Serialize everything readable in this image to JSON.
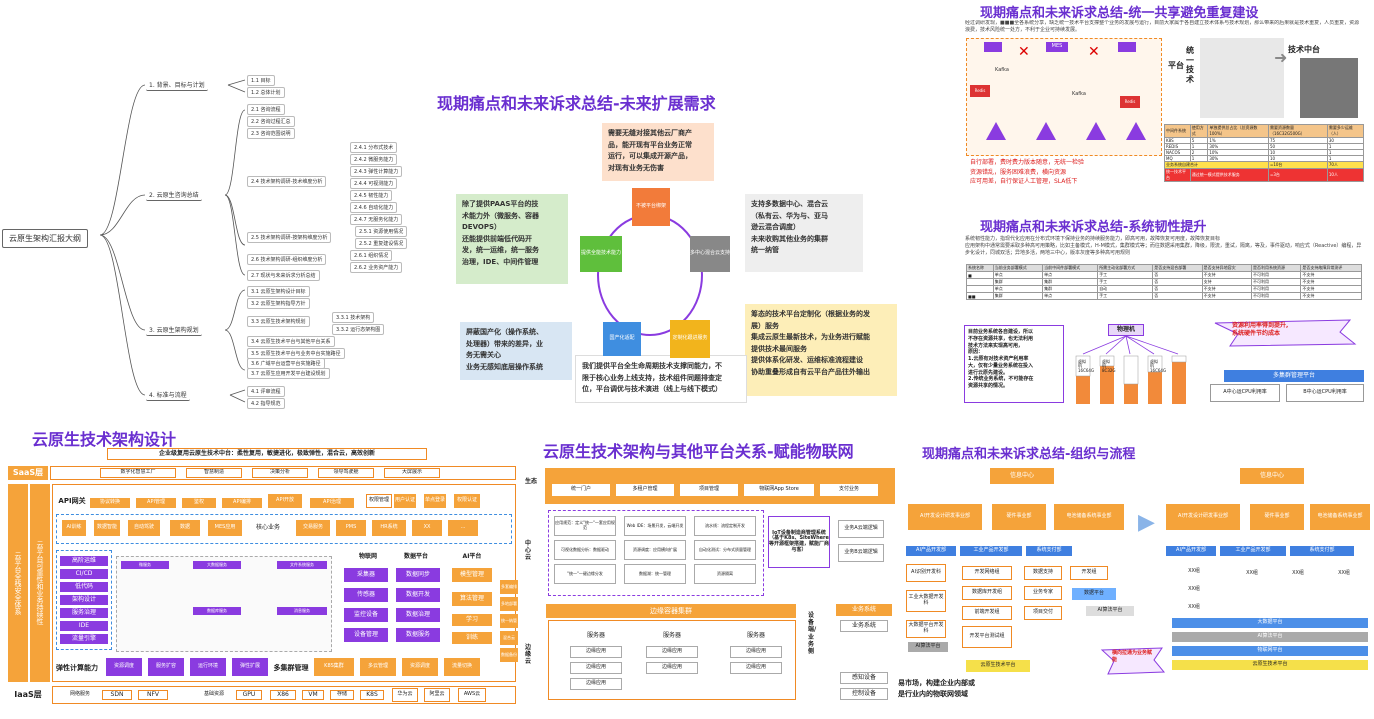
{
  "mindmap": {
    "root": "云原生架构汇报大纲",
    "branch1": "1. 背景、目标与计划",
    "b1_children": [
      "1.1 目标",
      "1.2 总体计划"
    ],
    "branch2": "2. 云原生咨询总结",
    "b2_children": [
      "2.1 咨询流程",
      "2.2 咨询过程汇总",
      "2.3 咨询范围说明",
      "2.4 技术架构调研-技术维度分析",
      "2.5 技术架构调研-按架构维度分析",
      "2.6 技术架构调研-组织维度分析",
      "2.7 现状与未来诉求分析总结"
    ],
    "b24_children": [
      "2.4.1 分布式技术",
      "2.4.2 微服务能力",
      "2.4.3 弹性计算能力",
      "2.4.4 可视测能力",
      "2.4.5 韧性能力",
      "2.4.6 自动化能力",
      "2.4.7 无服务化能力"
    ],
    "b25_children": [
      "2.5.1 资源使用情况",
      "2.5.2 重复建设情况"
    ],
    "b26_children": [
      "2.6.1 组织情况",
      "2.6.2 业务资产能力"
    ],
    "branch3": "3. 云原生架构规划",
    "b3_children": [
      "3.1 云原生架构设计目标",
      "3.2 云原生架构指导方针",
      "3.3 云原生技术架构规划",
      "3.4 云原生技术平台与其他平台关系",
      "3.5 云原生技术平台与业务中台实施路径",
      "3.6 广域平台运营平台实施路径",
      "3.7 云原生应用开发平台建设规划"
    ],
    "b33_children": [
      "3.3.1 技术架构",
      "3.3.2 运行态架构图"
    ],
    "branch4": "4. 标准与流程",
    "b4_children": [
      "4.1 评审流程",
      "4.2 指导规范"
    ]
  },
  "expand": {
    "title": "现期痛点和未来诉求总结-未来扩展需求",
    "top_card": [
      "需要无缝对接其他云厂商产",
      "品，能开现有平台业务正常",
      "运行，可以集成开源产品，",
      "对现有业务无伤害"
    ],
    "left_card": [
      "除了提供PAAS平台的技",
      "术能力外（微服务、容器",
      "DEVOPS）",
      "还能提供前端低代码开",
      "发，统一运维，统一服务",
      "治理，IDE、中间件管理"
    ],
    "left2_card": [
      "屏蔽国产化（操作系统、",
      "处理器）带来的差异，业",
      "务无需关心",
      "业务无感知底层操作系统"
    ],
    "right_card": [
      "支持多数据中心、混合云",
      "（私有云、华为与、亚马",
      "逊云混合调度）",
      "未来收购其他业务的集群",
      "统一纳管"
    ],
    "right2_card": [
      "筹态的技术平台定制化（根据业务的发",
      "展）服务",
      "集成云原生最新技术，为业务进行赋能",
      "提供技术最间服务",
      "提供体系化研发、运维标准流程建设",
      "协助重叠形成自有云平台产品往外输出"
    ],
    "bottom_card": [
      "我们提供平台全生命周期技术支撑同能力，不",
      "限于核心业务上线支持，技术组件同题排查定",
      "位，平台调优与技术演进（线上与线下模式）"
    ],
    "cycle": [
      "不被平台绑架",
      "多中心混合云支持",
      "定制化跟进服务",
      "国产化适配",
      "提供全能技术能力"
    ]
  },
  "share": {
    "title": "现期痛点和未来诉求总结-统一共享避免重复建设",
    "intro": "经过调研发现，■■■全各系统分享，缺乏统一技术平台支撑整个业务的发展与运行，目前大家属于各自建立技术体系与技术规划，那么带来的后果就是技术重复，人员重复，资源浪费，技术风险统一处方，不利于企业可持续发展。",
    "labels": [
      "平台",
      "统一技术",
      "技术中台"
    ],
    "bottom_text": [
      "自行部署，费时费力版本随意，无统一检验",
      "资源错乱，服务困难浪费，横向资源",
      "应可用差，自行保证人工管理，SLA低下"
    ],
    "table_header": [
      "中间件系统",
      "使用方式",
      "单独提供总占比（总资源数100%）",
      "需要资源数量（16C32G500G）",
      "需要多少运维（人）"
    ],
    "table_rows": [
      [
        "K8S",
        "5",
        "1%",
        "75",
        "30"
      ],
      [
        "REDIS",
        "1",
        "30%",
        "50",
        "1"
      ],
      [
        "NACOS",
        "2",
        "10%",
        "10",
        "1"
      ],
      [
        "MQ",
        "1",
        "30%",
        "10",
        "1"
      ]
    ],
    "sum_row": [
      "业务系统自建合计",
      "=10台",
      "70人"
    ],
    "sum_row2": [
      "统一技术平台",
      "通过统一模式提供技术服务",
      "=3台",
      "10人"
    ],
    "apps": [
      "Kafka",
      "Redis",
      "MES",
      "Kafka",
      "Redis"
    ]
  },
  "resilience": {
    "title": "现期痛点和未来诉求总结-系统韧性提升",
    "intro": "系统韧性能力，指现代化应用在分布式环境下保持业务的持续服务能力，即高可用，故障恢复可用度，故障恢复目标",
    "intro2": "应用架构中通常需要采取多种高可用策略，比如主备模式，H-M模式，集群模式等；而往数据采用集群，降级，限流，重试，隔离，等及，事件驱动，响应式（Reactive）编程，异步化设计，同城双活；异地多活，两地三中心，版本灰度等多种高可用规则",
    "table_header": [
      "系统名称",
      "当前业务部署模式",
      "当前中间件部署模式",
      "所需主动化部署方式",
      "是否支持混合部署",
      "是否支持异地容灾",
      "是否利用系统资源",
      "是否支持故障异常测评"
    ],
    "table_rows": [
      [
        "",
        "单点",
        "单点",
        "手工",
        "否",
        "不支持",
        "不可利用",
        "不支持"
      ],
      [
        "",
        "集群",
        "集群",
        "手工",
        "否",
        "支持",
        "不可利用",
        "不支持"
      ],
      [
        "",
        "单点",
        "集群",
        "自动",
        "否",
        "不支持",
        "不可利用",
        "不支持"
      ],
      [
        "",
        "集群",
        "单点",
        "手工",
        "否",
        "不支持",
        "不可利用",
        "不支持"
      ]
    ],
    "note": [
      "目前业务系统各自建设，所以",
      "不存在资源共享，也无法利用",
      "技术方法来实现高可用，",
      "原因：",
      "1.云原有对技术资产利用率",
      "大，仅有少量业务系统在投入",
      "进行云原先建设。",
      "2.传统业务系统，不可能存在",
      "资源共享的情况。"
    ],
    "physical": "物理机",
    "cluster": "多集群管理平台",
    "bubble1": "资源利用率得到提升,",
    "bubble2": "系统硬件节约成本",
    "cpu_labels": [
      "A中心运CPU利用率",
      "B中心运CPU利用率"
    ],
    "vm_labels": [
      "虚拟机16C64G",
      "虚拟机8C32G",
      "虚拟机16C64G"
    ]
  },
  "design": {
    "title": "云原生技术架构设计",
    "banner": "企业级复用云原生技术中台：柔性复用，敏捷进化，极致弹性，混合云，高效创新",
    "saas_label": "SaaS层",
    "saas_items": [
      "数字化智慧工厂",
      "智慧制造",
      "决策分析",
      "领导驾驶舱",
      "大屏展示"
    ],
    "paas_side": "云平台全栈安全体系",
    "paas_side2": "云平台可靠性和业务持续性",
    "api_label": "API网关",
    "api_items": [
      "协议转换",
      "API管理",
      "鉴权",
      "API编排",
      "API开放",
      "API治理"
    ],
    "auth_items": [
      "权限管理",
      "用户认证",
      "单点登录",
      "权限认证"
    ],
    "ai_row": [
      "AI训练",
      "数据智能",
      "自动驾驶",
      "数据",
      "MES应用",
      "核心业务",
      "交易服务",
      "PMS",
      "HR系统",
      "XX",
      "..."
    ],
    "left_col": [
      "高阶运维",
      "CI/CD",
      "低代码",
      "架构设计",
      "服务治理",
      "IDE",
      "流量引擎"
    ],
    "mid_header": [
      "物联网",
      "数据平台",
      "AI平台"
    ],
    "iot_items": [
      "采集器",
      "传感器",
      "监控设备",
      "设备管理"
    ],
    "data_items": [
      "数据同步",
      "数据开发",
      "数据治理",
      "数据服务"
    ],
    "ai_items": [
      "模型管理",
      "算法管理",
      "学习",
      "训练"
    ],
    "mw_title": [
      "微服务",
      "文件系统服务",
      "大数据服务",
      "数据库服务",
      "消息服务"
    ],
    "elastic": "弹性计算能力",
    "elastic_items": [
      "资源调度",
      "服务扩容",
      "运行环境",
      "弹性扩展"
    ],
    "multi": "多集群管理",
    "multi_items": [
      "K8S集群",
      "多云管理",
      "资源调度",
      "流量切换"
    ],
    "right_side": [
      "多套编排",
      "多地部署",
      "统一纳管",
      "混合云",
      "数据备份"
    ],
    "iaas_label": "IaaS层",
    "iaas_items": [
      "网络服务",
      "SDN",
      "NFV",
      "基础资源",
      "GPU",
      "X86",
      "VM",
      "存储",
      "K8S",
      "华为云",
      "阿里云",
      "AWS云"
    ]
  },
  "iot": {
    "title": "云原生技术架构与其他平台关系-赋能物联网",
    "eco": "生态",
    "top_items": [
      "统一门户",
      "多租户管理",
      "项目管理",
      "物联网App Store",
      "支付业务"
    ],
    "center_cloud": "中心云",
    "edge_cloud": "边缘云",
    "center_items": [
      "应用规范：定义\"统一\"一套应用规范",
      "Web IDE：场景开发，云端开发",
      "流水线：流程定制开发",
      "可视化数据分析：数据驱动",
      "资源调度：应用横向扩展",
      "自动化测试：分布式质量管理",
      "\"统一\"一键边缘分发",
      "数据湖：统一管理",
      "资源隔离"
    ],
    "iot_cloud": "IoT设备制造商管理系统（基于K8s、SiteWhere等开源框架搭建，赋能厂商与客）",
    "biz_a": "业务A云端逻辑",
    "biz_b": "业务B云端逻辑",
    "edge_title": "边缘容器集群",
    "server": "服务器",
    "edge_app": "边缘应用",
    "device_side": "设备端/业务侧",
    "biz_sys": "业务系统",
    "sensor": "感知设备",
    "control": "控制设备"
  },
  "org": {
    "title": "现期痛点和未来诉求总结-组织与流程",
    "info_center": "信息中心",
    "depts_left": [
      "AI开发设计研发事业部",
      "硬件事业部",
      "电池储备系统事业部"
    ],
    "depts_right": [
      "AI开发设计研发事业部",
      "硬件事业部",
      "电池储备系统事业部"
    ],
    "sub_left": [
      "AI产品开发部",
      "工业产品开发部",
      "系统支付部"
    ],
    "items_left": [
      "AI识别开发科",
      "开发网络组",
      "数据支持",
      "开发组",
      "工业大数据开发科",
      "数据库开发组",
      "业务专家",
      "数据平台",
      "大数据平台开发科",
      "前端开发组",
      "项目交付",
      "AI算法平台",
      "开发平台测试组",
      "AI算法平台"
    ],
    "sub_right": [
      "AI产品开发部",
      "工业产品开发部",
      "系统支付部"
    ],
    "xx": "XX组",
    "layers": [
      "大数据平台",
      "AI算法平台",
      "物联网平台",
      "云原生技术平台"
    ],
    "footer1": "易市场，构建企业内部或",
    "footer2": "是行业内的物联网领域",
    "bubble": "横向拉通为业务赋能",
    "cloud_native_platform": "云原生技术平台"
  }
}
